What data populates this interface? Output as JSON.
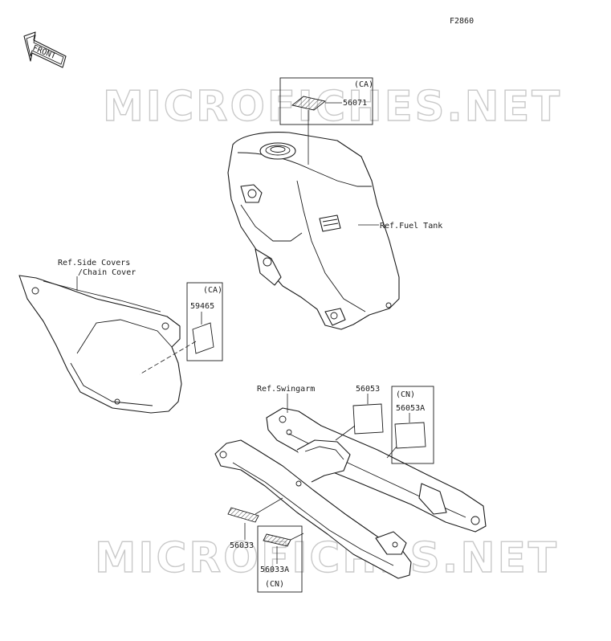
{
  "diagram_code": "F2860",
  "front_label": "FRONT",
  "watermark": "MICROFICHES.NET",
  "refs": {
    "fuel_tank": "Ref.Fuel Tank",
    "side_covers_line1": "Ref.Side Covers",
    "side_covers_line2": "/Chain Cover",
    "swingarm": "Ref.Swingarm"
  },
  "parts": {
    "p56071": "56071",
    "p59465": "59465",
    "p56053": "56053",
    "p56053A": "56053A",
    "p56033": "56033",
    "p56033A": "56033A"
  },
  "regions": {
    "ca_top": "(CA)",
    "ca_left": "(CA)",
    "cn_right": "(CN)",
    "cn_bottom": "(CN)"
  }
}
